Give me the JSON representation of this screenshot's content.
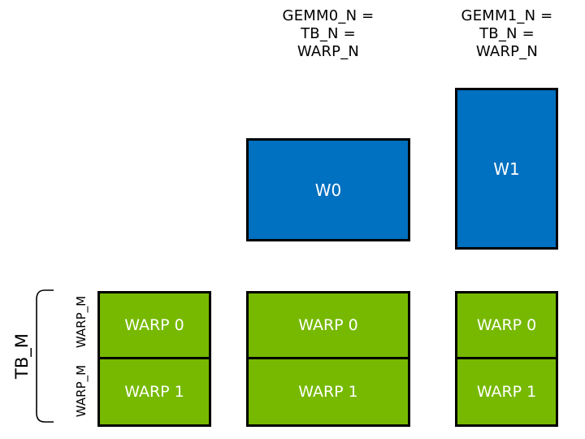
{
  "headers": {
    "gemm0": "GEMM0_N =\nTB_N =\nWARP_N",
    "gemm1": "GEMM1_N =\nTB_N =\nWARP_N"
  },
  "blue_tiles": {
    "w0": "W0",
    "w1": "W1"
  },
  "green_columns": [
    [
      "WARP 0",
      "WARP 1"
    ],
    [
      "WARP 0",
      "WARP 1"
    ],
    [
      "WARP 0",
      "WARP 1"
    ]
  ],
  "left_labels": {
    "tb_m": "TB_M",
    "warp_m": [
      "WARP_M",
      "WARP_M"
    ]
  },
  "colors": {
    "nvidia_green": "#76B900",
    "blue": "#0070C0",
    "border_black": "#000000",
    "label_white": "#FFFFFF",
    "text_black": "#000000"
  }
}
